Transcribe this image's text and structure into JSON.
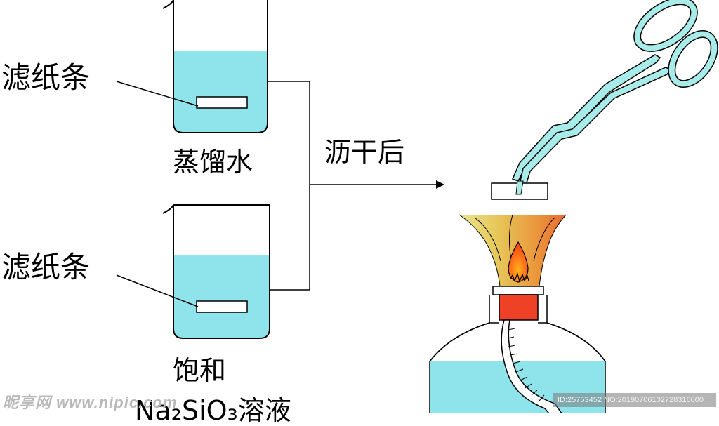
{
  "labels": {
    "filter_strip_top": "滤纸条",
    "distilled_water": "蒸馏水",
    "filter_strip_bottom": "滤纸条",
    "saturated": "饱和",
    "solution": "Na₂SiO₃溶液",
    "after_drain": "沥干后"
  },
  "watermark": {
    "left": "昵享网 www.nipic.com",
    "right": "ID:25753452 NO:20190706102728316000"
  },
  "colors": {
    "water": "#8fe3ea",
    "tongs": "#a8ecea",
    "flame_outer_yellow": "#ece38f",
    "flame_outer_orange": "#ea7d3a",
    "flame_inner": "#ff5a1e",
    "burner_holder": "#ee4126",
    "line": "#000000"
  }
}
